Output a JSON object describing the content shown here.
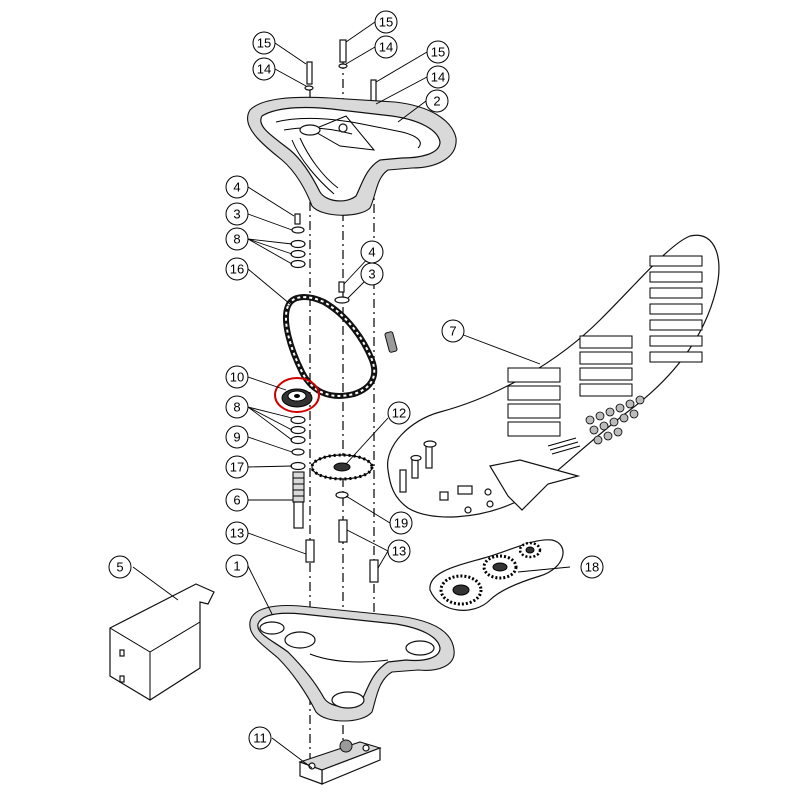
{
  "diagram": {
    "labels": {
      "c1": "1",
      "c2": "2",
      "c3a": "3",
      "c3b": "3",
      "c4a": "4",
      "c4b": "4",
      "c5": "5",
      "c6": "6",
      "c7": "7",
      "c8a": "8",
      "c8b": "8",
      "c9": "9",
      "c10": "10",
      "c11": "11",
      "c12": "12",
      "c13a": "13",
      "c13b": "13",
      "c14a": "14",
      "c14b": "14",
      "c14c": "14",
      "c15a": "15",
      "c15b": "15",
      "c15c": "15",
      "c16": "16",
      "c17": "17",
      "c18": "18",
      "c19": "19"
    },
    "highlight_color": "#d10000",
    "highlighted_part": "10"
  }
}
